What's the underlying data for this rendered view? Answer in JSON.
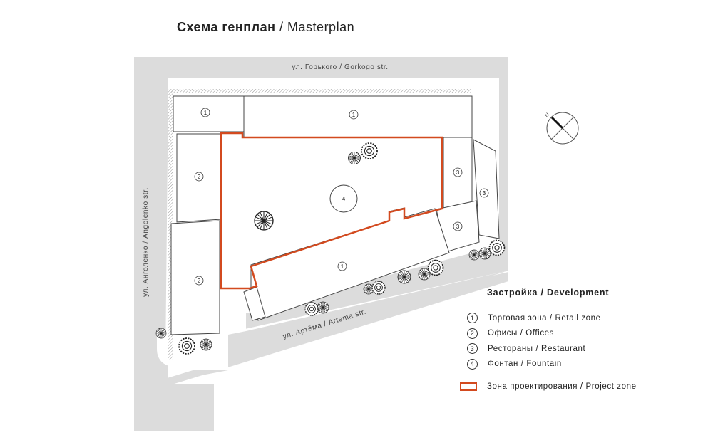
{
  "title": {
    "ru": "Схема генплан",
    "separator": "/",
    "en": "Masterplan"
  },
  "streets": {
    "gorkogo": "ул. Горького / Gorkogo str.",
    "angolenko": "ул. Анголенко / Angolenko str.",
    "artema": "ул. Артёма / Artema str."
  },
  "compass": {
    "north_label": "N"
  },
  "building_labels": {
    "b1": "1",
    "b2": "1",
    "b3": "2",
    "b4": "2",
    "b5": "3",
    "b6": "3",
    "b7": "3",
    "b8": "1",
    "fountain": "4"
  },
  "legend": {
    "title": "Застройка / Development",
    "items": [
      {
        "num": "1",
        "label": "Торговая зона / Retail zone"
      },
      {
        "num": "2",
        "label": "Офисы / Offices"
      },
      {
        "num": "3",
        "label": "Рестораны / Restaurant"
      },
      {
        "num": "4",
        "label": "Фонтан / Fountain"
      }
    ],
    "zone_label": "Зона проектирования / Project zone"
  },
  "colors": {
    "project_zone": "#d34a1f",
    "street": "#d9d9d9",
    "building_stroke": "#444444"
  }
}
